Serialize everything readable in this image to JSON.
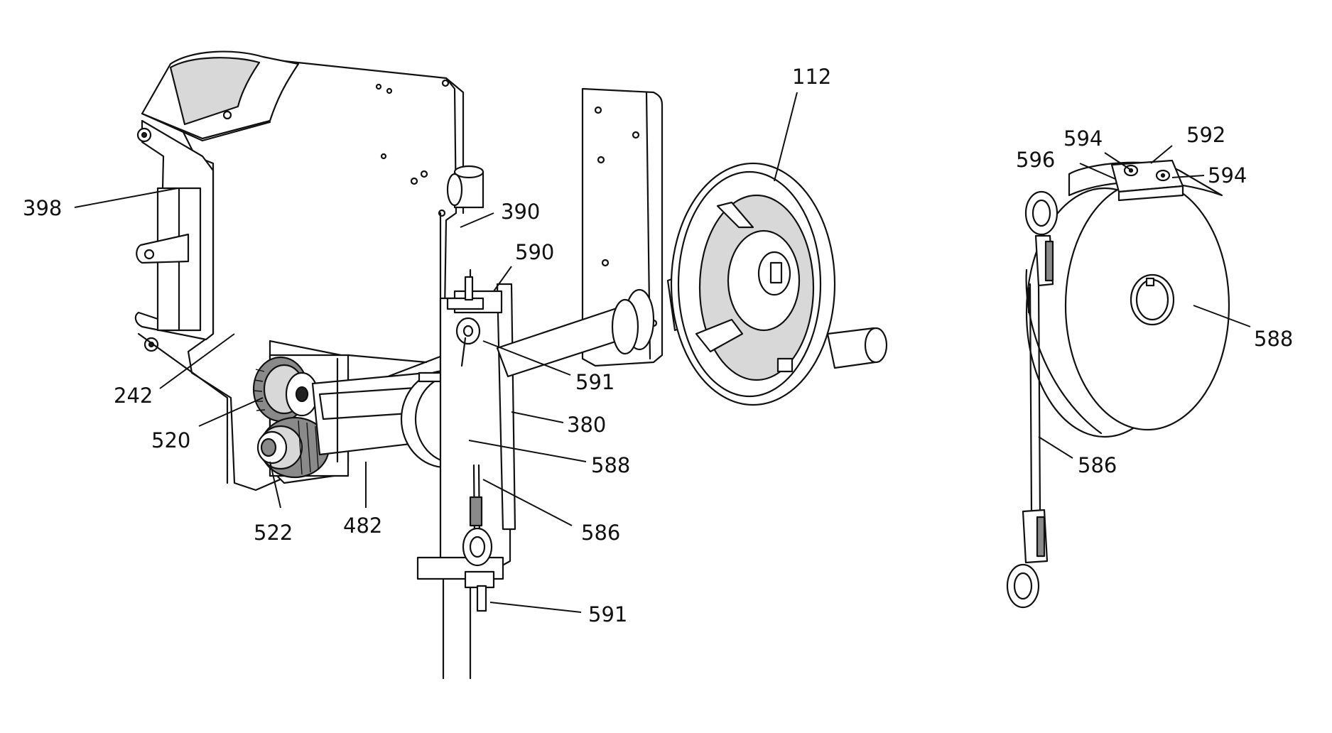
{
  "reference_numerals": {
    "n112": "112",
    "n398": "398",
    "n390": "390",
    "n590": "590",
    "n591_upper": "591",
    "n591_lower": "591",
    "n242": "242",
    "n380": "380",
    "n520": "520",
    "n588_main": "588",
    "n586_main": "586",
    "n522": "522",
    "n482": "482",
    "n594_left": "594",
    "n592": "592",
    "n596": "596",
    "n594_right": "594",
    "n588_detail": "588",
    "n586_detail": "586"
  },
  "colors": {
    "line": "#111111",
    "background": "#ffffff",
    "light_shade": "#d8d8d8",
    "dark_shade": "#8a8a8a"
  }
}
